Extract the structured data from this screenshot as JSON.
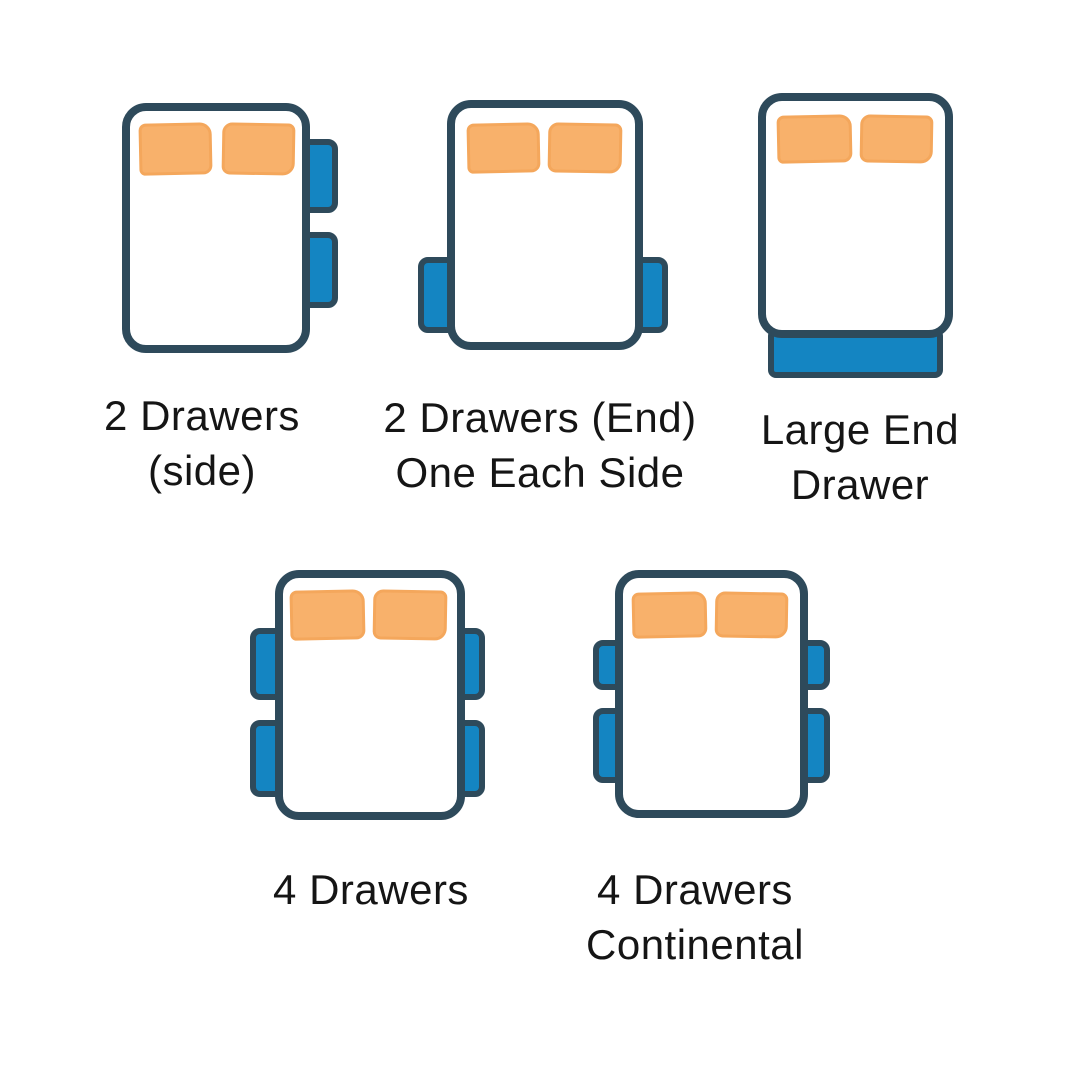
{
  "colors": {
    "bg": "#ffffff",
    "navy": "#2e4a5b",
    "blue": "#1485c2",
    "pillow": "#f8b16b",
    "pillow_edge": "#f4a75c",
    "text": "#151515"
  },
  "figures": [
    {
      "id": "2-drawers-side",
      "label_line1": "2 Drawers",
      "label_line2": "(side)",
      "drawer_count": 2,
      "drawer_layout": "two drawers on right side"
    },
    {
      "id": "2-drawers-end-one-each-side",
      "label_line1": "2 Drawers (End)",
      "label_line2": "One Each Side",
      "drawer_count": 2,
      "drawer_layout": "one drawer each side near foot end"
    },
    {
      "id": "large-end-drawer",
      "label_line1": "Large End",
      "label_line2": "Drawer",
      "drawer_count": 1,
      "drawer_layout": "single wide drawer at foot end"
    },
    {
      "id": "4-drawers",
      "label_line1": "4 Drawers",
      "label_line2": "",
      "drawer_count": 4,
      "drawer_layout": "two drawers on each side"
    },
    {
      "id": "4-drawers-continental",
      "label_line1": "4 Drawers",
      "label_line2": "Continental",
      "drawer_count": 4,
      "drawer_layout": "two drawers on each side, shorter upper drawers"
    }
  ]
}
